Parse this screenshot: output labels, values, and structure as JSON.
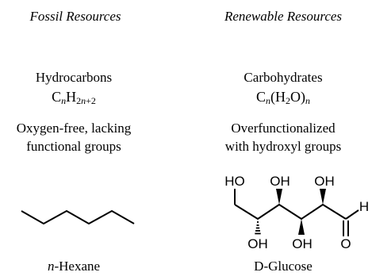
{
  "fossil": {
    "heading": "Fossil Resources",
    "class_name": "Hydrocarbons",
    "formula": {
      "c": "C",
      "c_sub": "n",
      "h": "H",
      "h_sub": "2n+2"
    },
    "desc_line1": "Oxygen-free, lacking",
    "desc_line2": "functional groups",
    "compound_prefix": "n",
    "compound_name": "-Hexane"
  },
  "renewable": {
    "heading": "Renewable Resources",
    "class_name": "Carbohydrates",
    "formula": {
      "c": "C",
      "c_sub": "n",
      "mid": "(H",
      "mid_sub": "2",
      "o": "O)",
      "o_sub": "n"
    },
    "desc_line1": "Overfunctionalized",
    "desc_line2": "with hydroxyl groups",
    "compound_prefix": "D",
    "compound_name": "-Glucose"
  },
  "glucose_atoms": {
    "oh1": "HO",
    "oh3": "OH",
    "oh5": "OH",
    "oh2": "OH",
    "oh4": "OH",
    "o_ald": "O",
    "h_ald": "H"
  }
}
